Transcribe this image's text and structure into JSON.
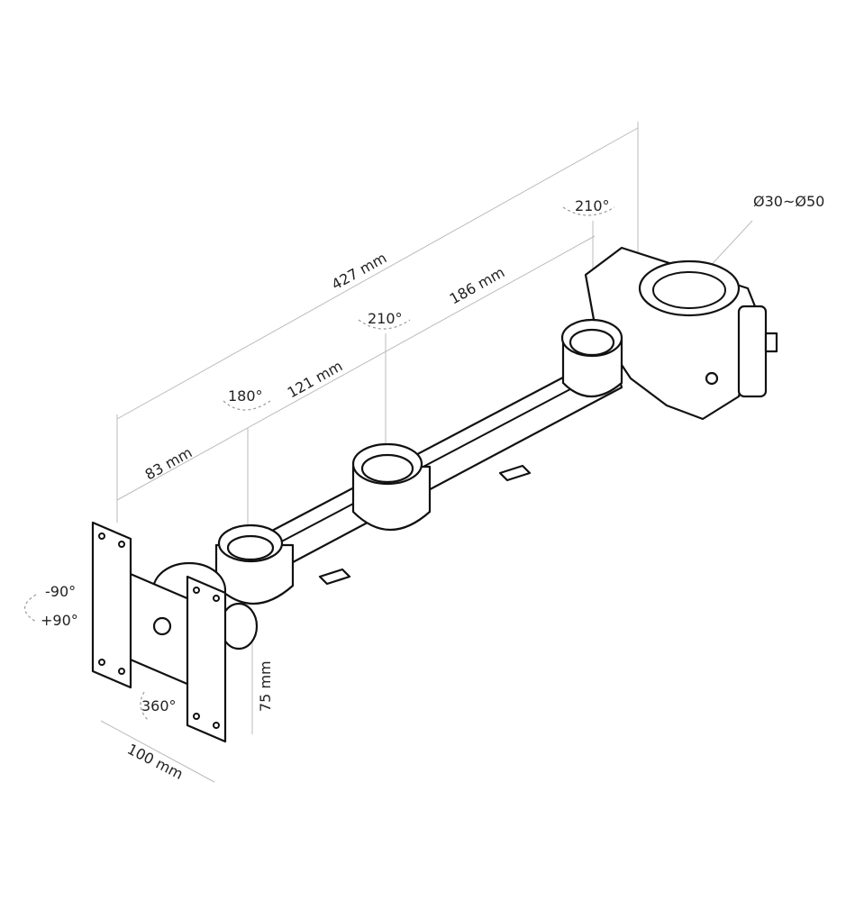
{
  "diagram": {
    "title": "Monitor arm dimension drawing",
    "dimensions": {
      "total_length": "427 mm",
      "arm_segment_3": "186 mm",
      "arm_segment_2": "121 mm",
      "arm_segment_1": "83 mm",
      "vesa_height": "75 mm",
      "vesa_width": "100 mm",
      "clamp_diameter": "Ø30~Ø50"
    },
    "rotations": {
      "joint_clamp": "210°",
      "joint_middle": "210°",
      "joint_head": "180°",
      "tilt_minus": "-90°",
      "tilt_plus": "+90°",
      "swivel": "360°"
    }
  }
}
